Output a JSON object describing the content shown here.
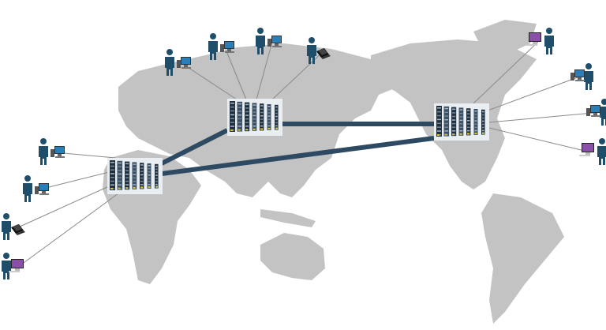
{
  "colors": {
    "land": "#c3c3c3",
    "link": "#2e4a63",
    "client_line": "#8a8a8a",
    "person": "#1f4e6b",
    "monitor": "#2a7fb8",
    "imac": "#8a4fa8"
  },
  "datacenters": [
    {
      "id": "europe-africa",
      "icon": "server-rack-icon",
      "clients": [
        "desktop-icon",
        "desktop-icon",
        "laptop-icon",
        "imac-icon"
      ]
    },
    {
      "id": "asia",
      "icon": "server-rack-icon",
      "clients": [
        "desktop-icon",
        "desktop-icon",
        "desktop-icon",
        "laptop-icon"
      ]
    },
    {
      "id": "north-america",
      "icon": "server-rack-icon",
      "clients": [
        "imac-icon",
        "desktop-icon",
        "desktop-icon",
        "imac-icon"
      ]
    }
  ],
  "links": [
    {
      "from": "europe-africa",
      "to": "asia"
    },
    {
      "from": "europe-africa",
      "to": "north-america"
    },
    {
      "from": "asia",
      "to": "north-america"
    }
  ]
}
